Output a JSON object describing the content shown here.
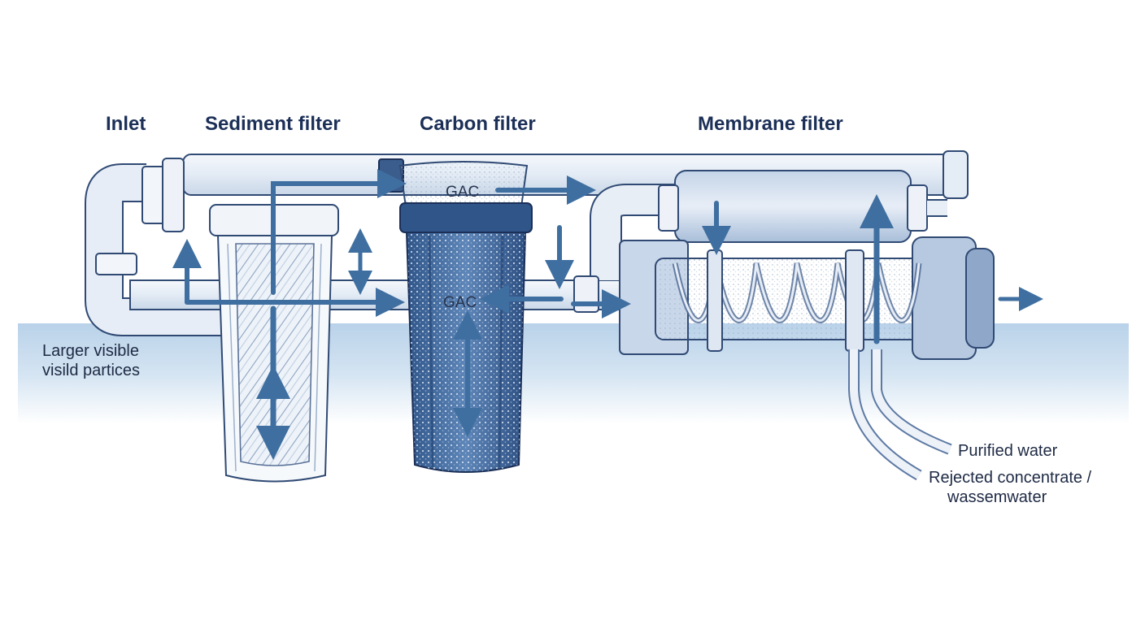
{
  "headers": {
    "inlet": "Inlet",
    "sediment": "Sediment filter",
    "carbon": "Carbon filter",
    "membrane": "Membrane filter"
  },
  "carbon_filter": {
    "top_label": "GAC",
    "body_label": "GAC"
  },
  "sediment_note": {
    "line1": "Larger visible",
    "line2": "visild partices"
  },
  "outputs": {
    "purified": "Purified water",
    "rejected_line1": "Rejected concentrate /",
    "rejected_line2": "wassemwater"
  },
  "colors": {
    "ink": "#1b2f57",
    "flow_arrow": "#3f6fa0",
    "pipe_fill": "#eaf0f8",
    "carbon_fill": "#3e6596",
    "water_band": "#cfe0ef"
  }
}
